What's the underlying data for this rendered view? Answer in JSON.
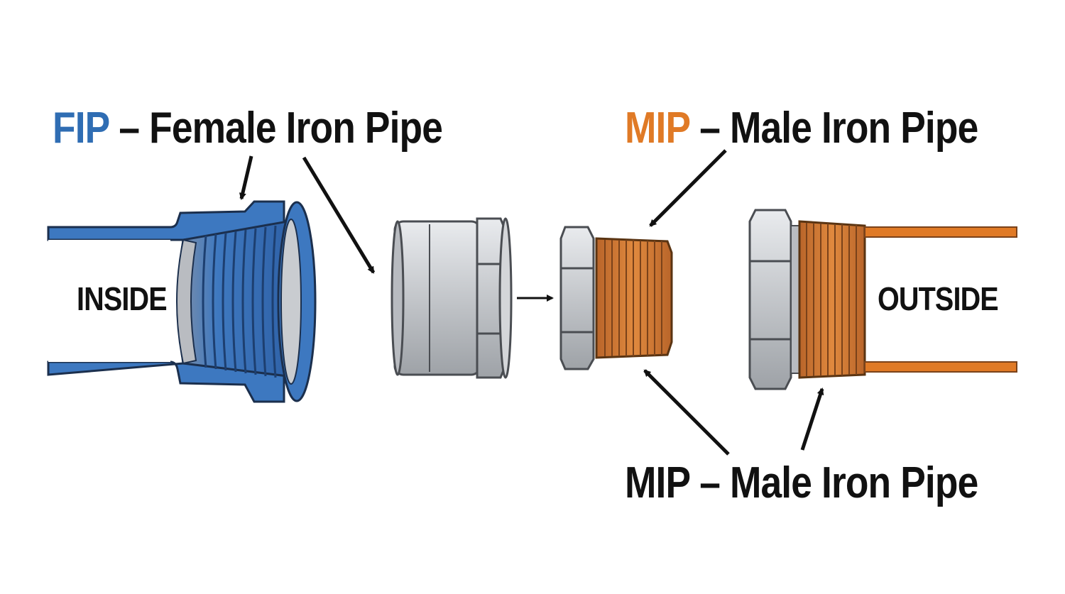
{
  "title_left": {
    "abbr": "FIP",
    "rest": " – Female Iron Pipe"
  },
  "title_right": {
    "abbr": "MIP",
    "rest": " – Male Iron Pipe"
  },
  "bottom_label": {
    "abbr": "MIP",
    "rest": " – Male Iron Pipe"
  },
  "inside_label": "INSIDE",
  "outside_label": "OUTSIDE",
  "colors": {
    "fip": "#2f6db3",
    "mip": "#e07a26",
    "steel": "#c9ccd0",
    "text": "#111111"
  }
}
